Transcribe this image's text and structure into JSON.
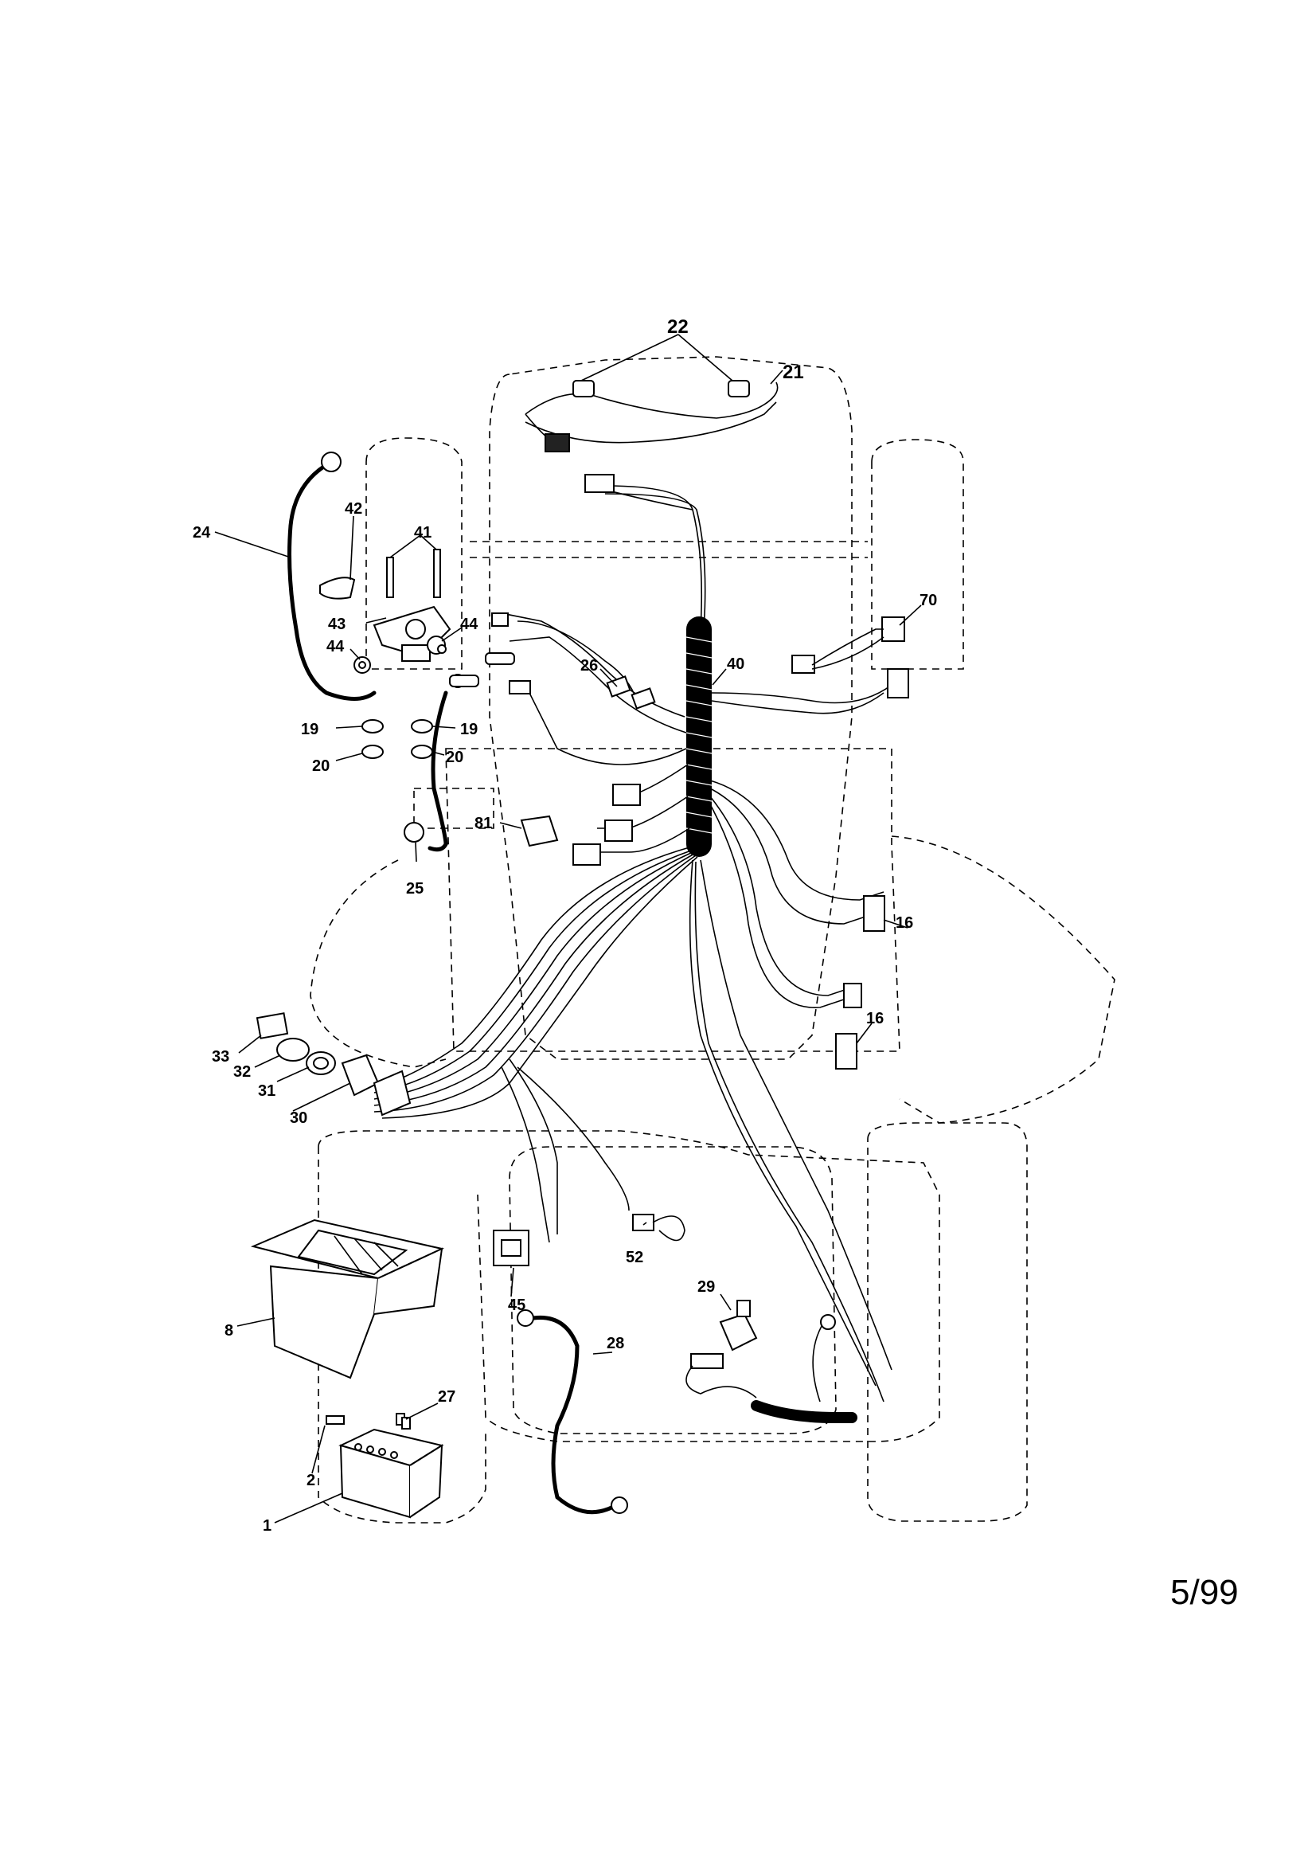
{
  "callouts": [
    "22",
    "21",
    "24",
    "42",
    "41",
    "43",
    "44",
    "44",
    "19",
    "19",
    "20",
    "20",
    "25",
    "81",
    "26",
    "40",
    "70",
    "16",
    "16",
    "33",
    "32",
    "31",
    "30",
    "8",
    "27",
    "2",
    "1",
    "45",
    "28",
    "52",
    "29"
  ],
  "footer": {
    "date": "5/99"
  }
}
